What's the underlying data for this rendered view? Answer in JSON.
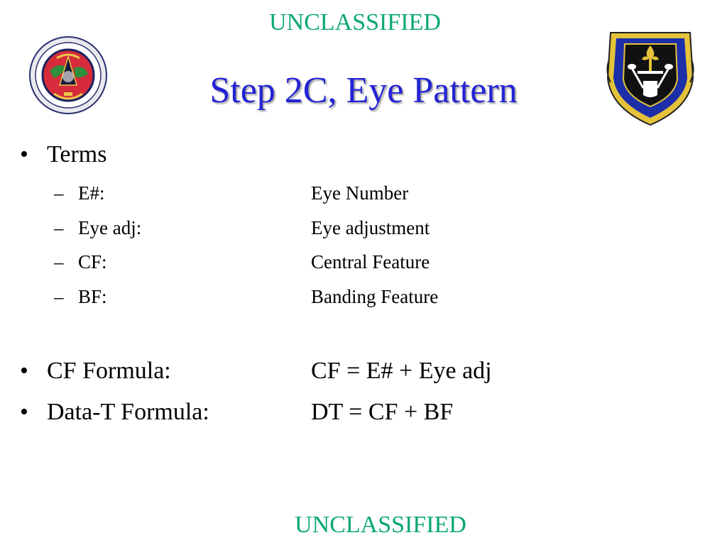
{
  "classification": {
    "top": "UNCLASSIFIED",
    "bottom": "UNCLASSIFIED"
  },
  "title": "Step 2C, Eye Pattern",
  "bullets": {
    "terms": {
      "label": "Terms"
    },
    "cf_formula": {
      "label": "CF Formula:",
      "value": "CF = E# + Eye adj"
    },
    "dt_formula": {
      "label": "Data-T Formula:",
      "value": "DT = CF + BF"
    }
  },
  "terms": [
    {
      "abbr": "E#:",
      "meaning": "Eye Number"
    },
    {
      "abbr": "Eye adj:",
      "meaning": "Eye adjustment"
    },
    {
      "abbr": "CF:",
      "meaning": "Central Feature"
    },
    {
      "abbr": "BF:",
      "meaning": "Banding Feature"
    }
  ],
  "symbols": {
    "bullet": "•",
    "dash": "–"
  },
  "logos": {
    "left": "meteorology-oceanography-center-seal-icon",
    "right": "air-force-weather-agency-shield-icon"
  },
  "colors": {
    "classification": "#0ba86e",
    "title": "#2323d6"
  }
}
